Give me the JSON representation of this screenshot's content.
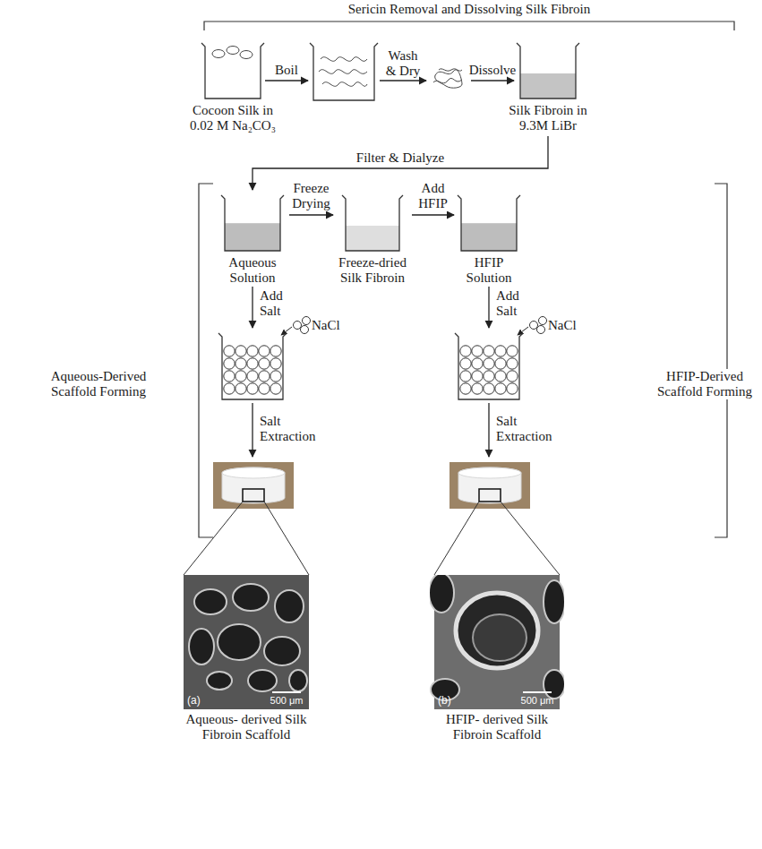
{
  "diagram": {
    "nodes": [
      {
        "text": [
          "Cocoon Silk in 0.02 M Na₂CO₃"
        ]
      },
      {
        "text": [
          "Silk Fibroin in 9.3M LiBr"
        ]
      },
      {
        "text": [
          "Aqueous Solution"
        ]
      },
      {
        "text": [
          "Freeze-dried Silk Fibroin"
        ]
      },
      {
        "text": [
          "HFIP Solution"
        ]
      },
      {
        "text": [
          "(a)",
          "500 μm",
          "Aqueous- derived Silk Fibroin Scaffold"
        ]
      },
      {
        "text": [
          "(b)",
          "500 μm",
          "HFIP- derived Silk Fibroin Scaffold"
        ]
      }
    ],
    "edges": [
      {
        "from": 1,
        "to": 2,
        "arrow": "to",
        "label": "Filter & Dialyze"
      },
      {
        "from": 2,
        "to": 3,
        "arrow": "to",
        "label": "Freeze Drying"
      },
      {
        "from": 3,
        "to": 4,
        "arrow": "to",
        "label": "Add HFIP"
      }
    ],
    "labels": [
      "Sericin Removal and Dissolving Silk Fibroin",
      "Boil",
      "Wash & Dry",
      "Dissolve",
      "Aqueous-Derived Scaffold Forming",
      "HFIP-Derived Scaffold Forming",
      "Add Salt",
      "NaCl",
      "Salt Extraction",
      "Add Salt",
      "NaCl",
      "Salt Extraction"
    ]
  }
}
